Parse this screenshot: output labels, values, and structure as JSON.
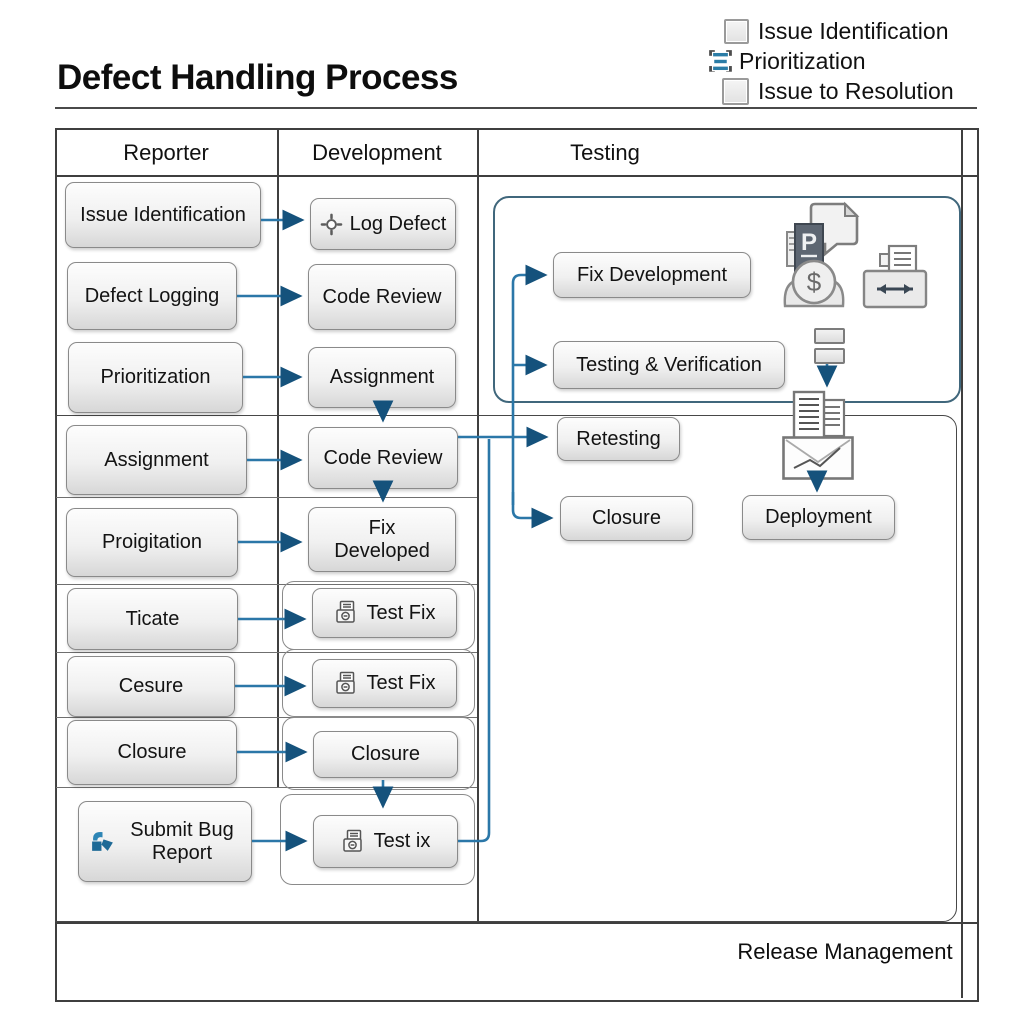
{
  "title": "Defect Handling Process",
  "legend": {
    "items": [
      {
        "label": "Issue Identification",
        "icon": "checkbox-square-icon"
      },
      {
        "label": "Prioritization",
        "icon": "priority-list-icon"
      },
      {
        "label": "Issue to Resolution",
        "icon": "checkbox-square-icon"
      }
    ]
  },
  "lanes": {
    "reporter": "Reporter",
    "development": "Development",
    "testing": "Testing",
    "release": "Release Management"
  },
  "reporter_steps": [
    {
      "label": "Issue Identification"
    },
    {
      "label": "Defect Logging"
    },
    {
      "label": "Prioritization"
    },
    {
      "label": "Assignment"
    },
    {
      "label": "Proigitation"
    },
    {
      "label": "Ticate"
    },
    {
      "label": "Cesure"
    },
    {
      "label": "Closure"
    },
    {
      "label": "Submit Bug Report",
      "icon": "bug-reporter-icon"
    }
  ],
  "development_steps": [
    {
      "label": "Log Defect",
      "icon": "defect-marker-icon"
    },
    {
      "label": "Code Review"
    },
    {
      "label": "Assignment"
    },
    {
      "label": "Code Review"
    },
    {
      "label": "Fix Developed"
    },
    {
      "label": "Test Fix",
      "icon": "printer-icon"
    },
    {
      "label": "Test Fix",
      "icon": "printer-icon"
    },
    {
      "label": "Closure"
    },
    {
      "label": "Test ix",
      "icon": "printer-icon"
    }
  ],
  "testing_steps": [
    {
      "label": "Fix Development"
    },
    {
      "label": "Testing & Verification"
    },
    {
      "label": "Retesting"
    },
    {
      "label": "Closure"
    },
    {
      "label": "Deployment"
    }
  ],
  "icons": {
    "money_document": "priority-cost-document-icon",
    "transfer_tray": "transfer-tray-icon",
    "queue": "queue-items-icon",
    "document_stack": "document-stack-icon",
    "envelope": "envelope-report-icon",
    "dollar_glyph": "$",
    "bookmark_glyph": "P"
  },
  "colors": {
    "arrow": "#2b77a8",
    "arrow_head": "#15527c",
    "lane_border": "#3f3f3f",
    "node_border": "#8a8a8a",
    "testing_container": "#40677c"
  }
}
